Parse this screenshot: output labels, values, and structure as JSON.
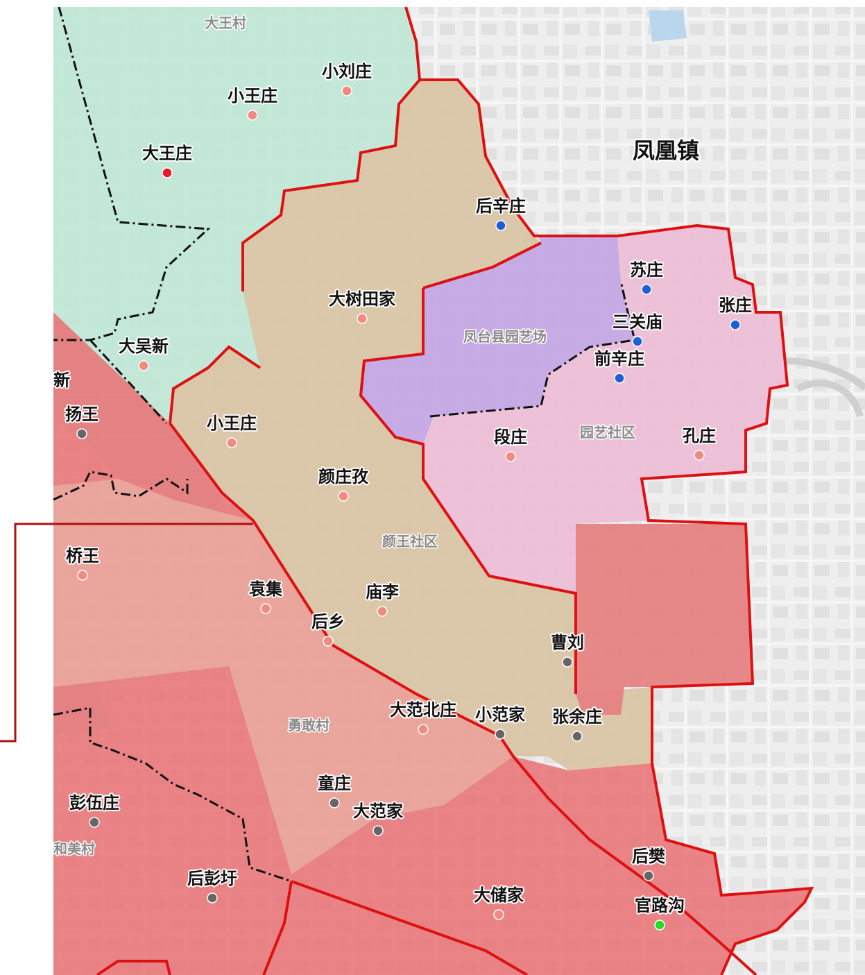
{
  "map": {
    "town_label": "凤凰镇",
    "area_labels": [
      {
        "key": "dawang_cun",
        "text": "大王村"
      },
      {
        "key": "yuanyichang",
        "text": "凤台县园艺场"
      },
      {
        "key": "yuanyi_shequ",
        "text": "园艺社区"
      },
      {
        "key": "yanwang_shequ",
        "text": "颜王社区"
      },
      {
        "key": "yonggan_cun",
        "text": "勇敢村"
      },
      {
        "key": "hemei_cun",
        "text": "和美村"
      },
      {
        "key": "xin_partial",
        "text": "新"
      }
    ],
    "villages": [
      {
        "key": "xiaoliuzhuang",
        "text": "小刘庄",
        "color": "#f08b80"
      },
      {
        "key": "xiaowangzhuang_n",
        "text": "小王庄",
        "color": "#f08b80"
      },
      {
        "key": "dawangzhuang",
        "text": "大王庄",
        "color": "#e8192c"
      },
      {
        "key": "houxinzhuang",
        "text": "后辛庄",
        "color": "#1f5fd6"
      },
      {
        "key": "suzhuang",
        "text": "苏庄",
        "color": "#1f5fd6"
      },
      {
        "key": "zhangzhuang",
        "text": "张庄",
        "color": "#1f5fd6"
      },
      {
        "key": "sanguanmiao",
        "text": "三关庙",
        "color": "#1f5fd6"
      },
      {
        "key": "qianxinzhuang",
        "text": "前辛庄",
        "color": "#1f5fd6"
      },
      {
        "key": "dashutianjia",
        "text": "大树田家",
        "color": "#f08b80"
      },
      {
        "key": "dawuxin",
        "text": "大吴新",
        "color": "#f08b80"
      },
      {
        "key": "yangwang",
        "text": "扬王",
        "color": "#666666"
      },
      {
        "key": "xiaowangzhuang_s",
        "text": "小王庄",
        "color": "#f08b80"
      },
      {
        "key": "duanzhuang",
        "text": "段庄",
        "color": "#f08b80"
      },
      {
        "key": "kongzhuang",
        "text": "孔庄",
        "color": "#f08b80"
      },
      {
        "key": "yanzhuangmeng",
        "text": "颜庄孜",
        "color": "#f08b80"
      },
      {
        "key": "qiaowang",
        "text": "桥王",
        "color": "#f08b80"
      },
      {
        "key": "yuanji",
        "text": "袁集",
        "color": "#f08b80"
      },
      {
        "key": "miaoli",
        "text": "庙李",
        "color": "#f08b80"
      },
      {
        "key": "houxiang",
        "text": "后乡",
        "color": "#f08b80"
      },
      {
        "key": "caoliu",
        "text": "曹刘",
        "color": "#666666"
      },
      {
        "key": "dafanbeizhuang",
        "text": "大范北庄",
        "color": "#f08b80"
      },
      {
        "key": "xiaofanjia",
        "text": "小范家",
        "color": "#666666"
      },
      {
        "key": "zhangyuzhuang",
        "text": "张余庄",
        "color": "#666666"
      },
      {
        "key": "tongzhuang",
        "text": "童庄",
        "color": "#666666"
      },
      {
        "key": "dafanjia",
        "text": "大范家",
        "color": "#666666"
      },
      {
        "key": "pengwuzhuang",
        "text": "彭伍庄",
        "color": "#666666"
      },
      {
        "key": "houpengyu",
        "text": "后彭圩",
        "color": "#666666"
      },
      {
        "key": "dachujia",
        "text": "大储家",
        "color": "#f08b80"
      },
      {
        "key": "houfan",
        "text": "后樊",
        "color": "#666666"
      },
      {
        "key": "guanlugou",
        "text": "官路沟",
        "color": "#22dd22"
      }
    ],
    "colors": {
      "boundary_red": "#dd1111",
      "green_zone": "#bfe7d6",
      "tan_zone": "#d9c4a4",
      "purple_zone": "#c4a6e4",
      "pink_zone": "#ecbfd6",
      "red_zone": "#e8777a"
    }
  }
}
